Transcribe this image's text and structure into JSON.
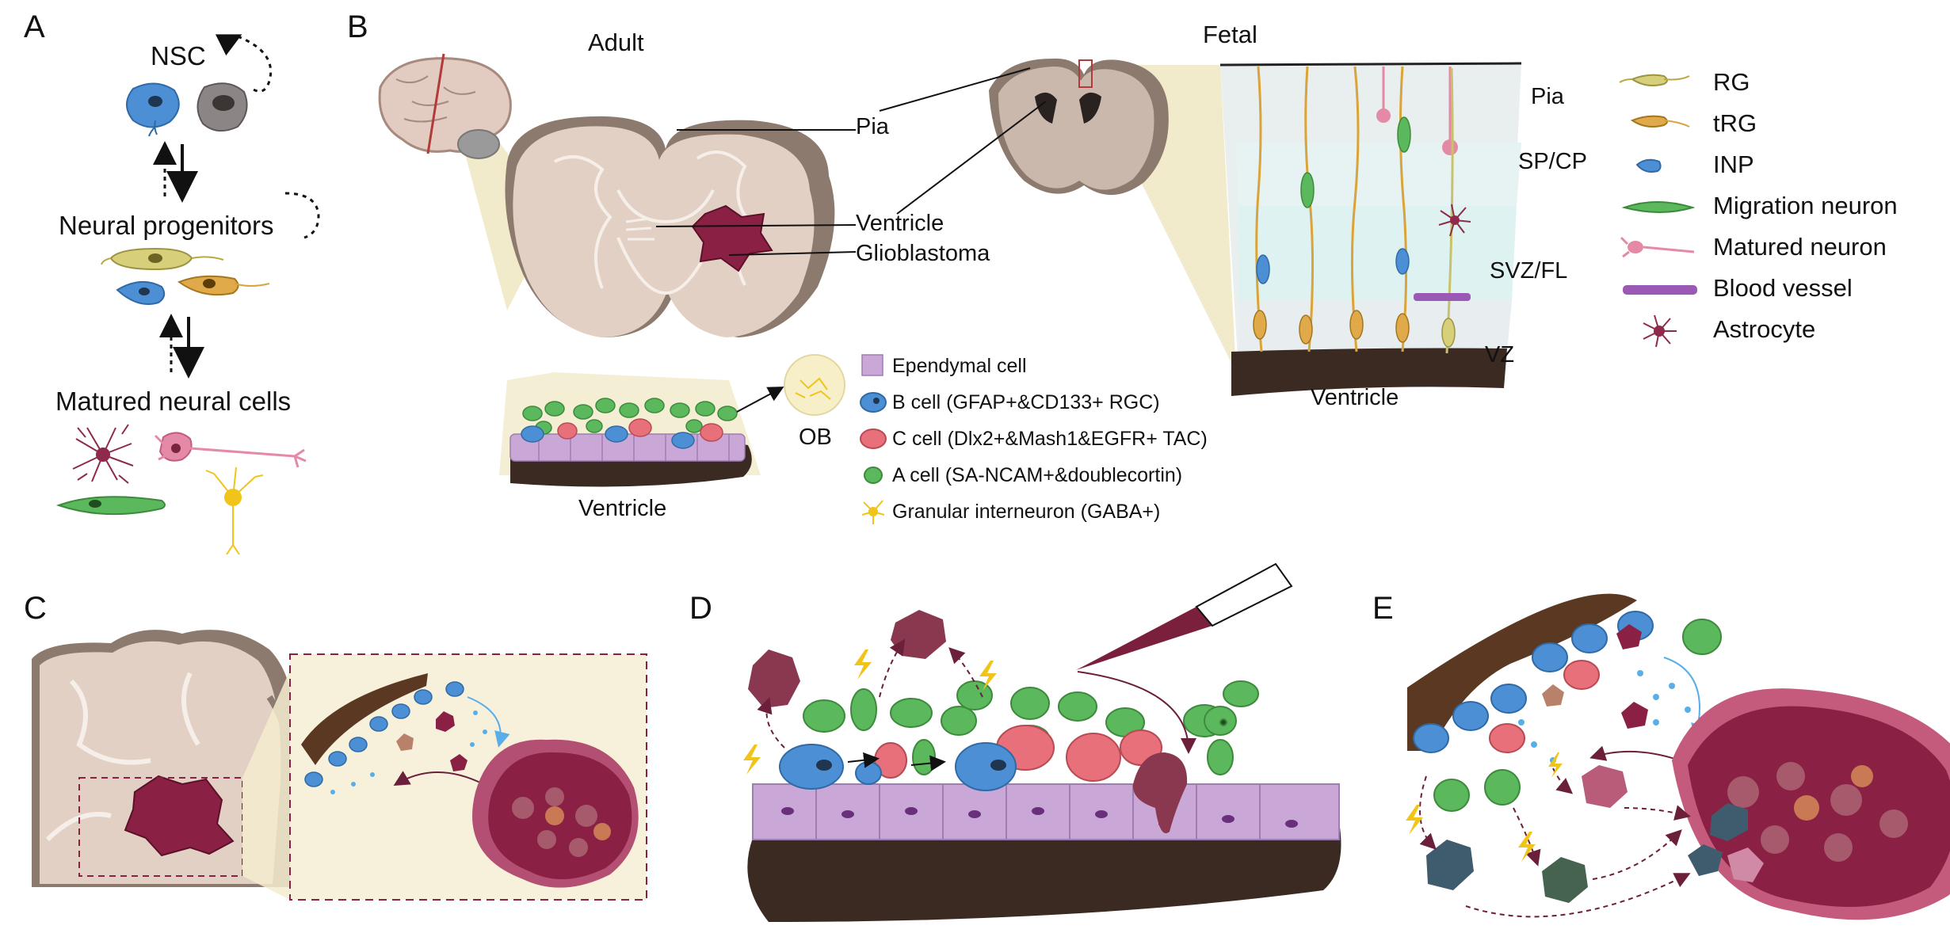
{
  "panels": {
    "a": "A",
    "b": "B",
    "c": "C",
    "d": "D",
    "e": "E"
  },
  "panel_a": {
    "nsc": "NSC",
    "neural_progenitors": "Neural progenitors",
    "matured_neural_cells": "Matured neural cells"
  },
  "panel_b": {
    "adult": "Adult",
    "fetal": "Fetal",
    "pia_adult": "Pia",
    "ventricle_adult": "Ventricle",
    "glioblastoma": "Glioblastoma",
    "ventricle_svz": "Ventricle",
    "ob": "OB",
    "pia_fetal": "Pia",
    "sp_cp": "SP/CP",
    "svz_fl": "SVZ/FL",
    "vz": "VZ",
    "ventricle_fetal": "Ventricle"
  },
  "svz_legend": [
    {
      "label": "Ependymal cell",
      "icon": "ependymal-cell-icon",
      "color": "#c9a8d8"
    },
    {
      "label": "B cell (GFAP+&CD133+ RGC)",
      "icon": "b-cell-icon",
      "color": "#4d8fd4"
    },
    {
      "label": "C cell (Dlx2+&Mash1&EGFR+ TAC)",
      "icon": "c-cell-icon",
      "color": "#e8707a"
    },
    {
      "label": "A cell (SA-NCAM+&doublecortin)",
      "icon": "a-cell-icon",
      "color": "#5cb85c"
    },
    {
      "label": "Granular interneuron (GABA+)",
      "icon": "granular-interneuron-icon",
      "color": "#f0c419"
    }
  ],
  "fetal_legend": [
    {
      "label": "RG",
      "icon": "rg-cell-icon",
      "color": "#c9c26a"
    },
    {
      "label": "tRG",
      "icon": "trg-cell-icon",
      "color": "#d9a43a"
    },
    {
      "label": "INP",
      "icon": "inp-cell-icon",
      "color": "#4d8fd4"
    },
    {
      "label": "Migration neuron",
      "icon": "migration-neuron-icon",
      "color": "#5cb85c"
    },
    {
      "label": "Matured neuron",
      "icon": "matured-neuron-icon",
      "color": "#e58aa6"
    },
    {
      "label": "Blood vessel",
      "icon": "blood-vessel-icon",
      "color": "#9b59b6"
    },
    {
      "label": "Astrocyte",
      "icon": "astrocyte-icon",
      "color": "#8e2a4a"
    }
  ],
  "colors": {
    "blue_cell": "#4d8fd4",
    "red_cell": "#e8707a",
    "green_cell": "#5cb85c",
    "ependymal": "#c9a8d8",
    "ventricle": "#3a2a24",
    "tumor": "#8a2044",
    "brain": "#e8d8cc",
    "highlight": "#f3eccf"
  }
}
